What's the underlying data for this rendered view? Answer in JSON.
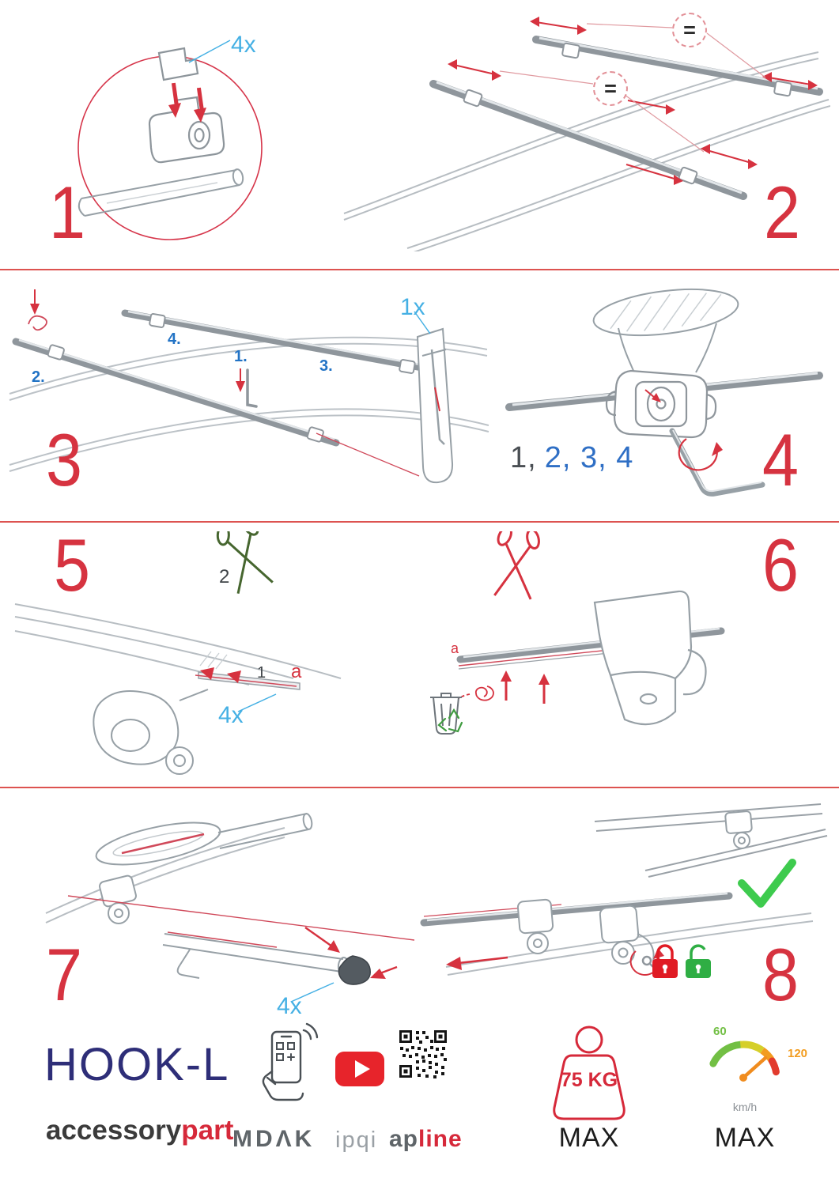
{
  "colors": {
    "accent_red": "#d6323f",
    "label_blue": "#45b0e4",
    "sequence_blue": "#2f6fc5",
    "brand_navy": "#2e2e78",
    "brand_red": "#d6293a",
    "ok_green": "#3ecb4e"
  },
  "steps": {
    "s1": {
      "num": "1",
      "qty": "4x"
    },
    "s2": {
      "num": "2",
      "equal_top": "=",
      "equal_mid": "="
    },
    "s3": {
      "num": "3",
      "qty": "1x",
      "sub1": "1.",
      "sub2": "2.",
      "sub3": "3.",
      "sub4": "4."
    },
    "s4": {
      "num": "4",
      "seq_done": "1,",
      "seq_rest": "2, 3, 4"
    },
    "s5": {
      "num": "5",
      "cut_label": "2",
      "strip_label": "1",
      "edge_label": "a",
      "qty": "4x"
    },
    "s6": {
      "num": "6",
      "edge_label": "a"
    },
    "s7": {
      "num": "7",
      "qty": "4x"
    },
    "s8": {
      "num": "8"
    }
  },
  "footer": {
    "product_name": "HOOK-L",
    "brand_gray": "accessory",
    "brand_red": "part",
    "logo_mdak": "MDΛK",
    "logo_ipqi": "ipqi",
    "logo_ap": "ap",
    "logo_line": "line",
    "weight_value": "75 KG",
    "weight_max": "MAX",
    "speed_low": "60",
    "speed_high": "120",
    "speed_unit": "km/h",
    "speed_max": "MAX"
  },
  "icons": [
    "magnifier-circle",
    "equal-badge",
    "down-arrow",
    "double-arrow",
    "scissors-icon",
    "trash-recycle-icon",
    "allen-key",
    "rotation-arrow",
    "padlock-locked-icon",
    "padlock-unlocked-icon",
    "checkmark-icon",
    "phone-scan-icon",
    "youtube-icon",
    "qr-code-icon",
    "weight-icon",
    "speedometer-icon"
  ]
}
